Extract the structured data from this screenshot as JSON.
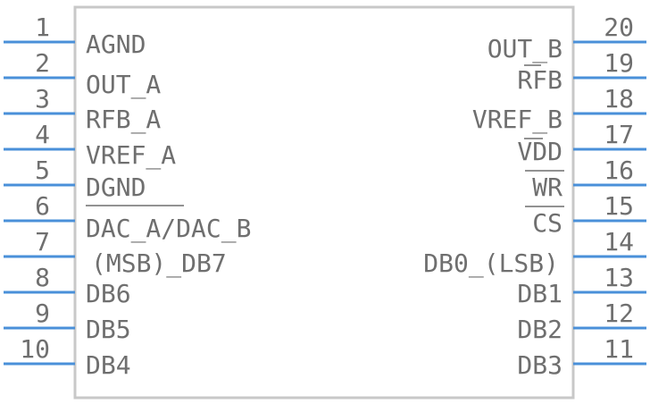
{
  "left_pins": [
    {
      "num": "1",
      "label": "AGND"
    },
    {
      "num": "2",
      "label": "OUT_A"
    },
    {
      "num": "3",
      "label": "RFB_A"
    },
    {
      "num": "4",
      "label": "VREF_A"
    },
    {
      "num": "5",
      "label": "DGND"
    },
    {
      "num": "6",
      "label": "DAC_A/DAC_B"
    },
    {
      "num": "7",
      "label": "(MSB)_DB7"
    },
    {
      "num": "8",
      "label": "DB6"
    },
    {
      "num": "9",
      "label": "DB5"
    },
    {
      "num": "10",
      "label": "DB4"
    }
  ],
  "right_pins": [
    {
      "num": "20",
      "label": "OUT_B"
    },
    {
      "num": "19",
      "label": "RFB"
    },
    {
      "num": "18",
      "label": "VREF_B"
    },
    {
      "num": "17",
      "label": "VDD"
    },
    {
      "num": "16",
      "label": "WR"
    },
    {
      "num": "15",
      "label": "CS"
    },
    {
      "num": "14",
      "label": "DB0_(LSB)"
    },
    {
      "num": "13",
      "label": "DB1"
    },
    {
      "num": "12",
      "label": "DB2"
    },
    {
      "num": "11",
      "label": "DB3"
    }
  ]
}
